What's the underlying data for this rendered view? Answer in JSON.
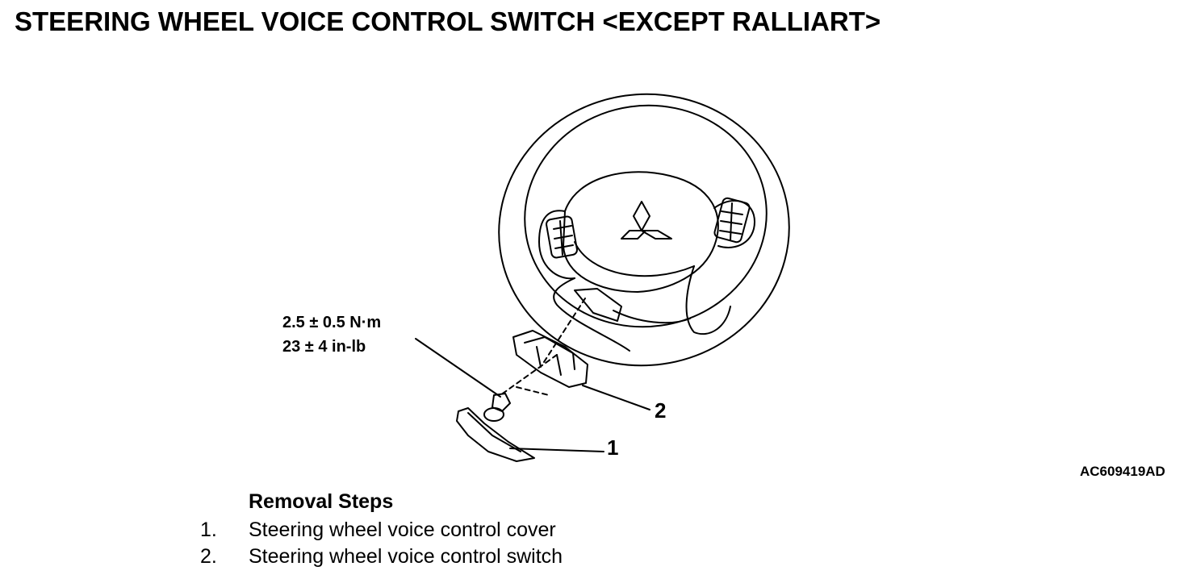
{
  "title": "STEERING WHEEL VOICE CONTROL SWITCH <EXCEPT RALLIART>",
  "torque": {
    "metric": "2.5 ± 0.5 N·m",
    "imperial": "23 ± 4 in-lb"
  },
  "callouts": [
    "1",
    "2"
  ],
  "figure_id": "AC609419AD",
  "removal": {
    "heading": "Removal Steps",
    "steps": [
      {
        "number": "1.",
        "text": "Steering wheel voice control cover"
      },
      {
        "number": "2.",
        "text": "Steering wheel voice control switch"
      }
    ]
  }
}
